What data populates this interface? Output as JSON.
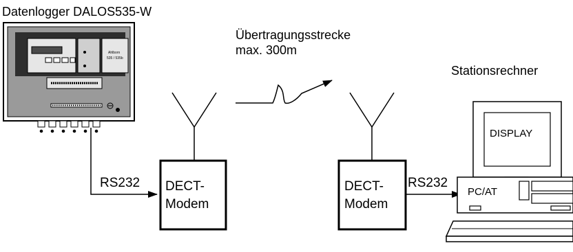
{
  "labels": {
    "logger_title": "Datenlogger DALOS535-W",
    "transmission_line1": "Übertragungsstrecke",
    "transmission_line2": "max. 300m",
    "station_computer": "Stationsrechner",
    "rs232_left": "RS232",
    "rs232_right": "RS232",
    "modem_left_line1": "DECT-",
    "modem_left_line2": "Modem",
    "modem_right_line1": "DECT-",
    "modem_right_line2": "Modem",
    "display_label": "DISPLAY",
    "pc_label": "PC/AT",
    "logger_brand_line1": "Ahlborn",
    "logger_brand_line2": "535 / 535b"
  },
  "colors": {
    "stroke": "#000000",
    "device_gray": "#9a9a9a",
    "device_dark": "#303030",
    "device_light": "#e6e6e6",
    "background": "#ffffff"
  },
  "icons": [
    "antenna-icon",
    "arrow-icon",
    "ground-symbol-icon"
  ]
}
